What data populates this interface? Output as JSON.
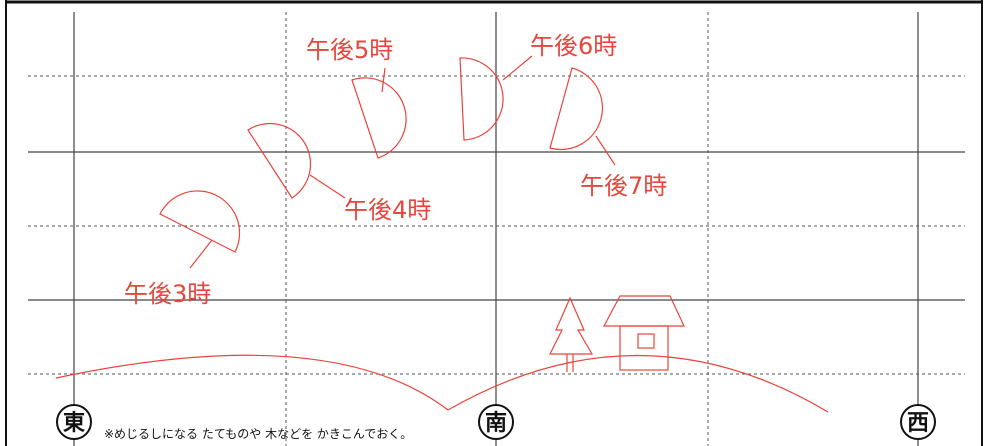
{
  "colors": {
    "accent_red": "#e8453c",
    "line_black": "#111111",
    "grid_gray": "#555555"
  },
  "directions": {
    "east": "東",
    "south": "南",
    "west": "西"
  },
  "note": "※めじるしになる たてものや 木などを かきこんでおく。",
  "moon_positions": [
    {
      "label": "午後3時"
    },
    {
      "label": "午後4時"
    },
    {
      "label": "午後5時"
    },
    {
      "label": "午後6時"
    },
    {
      "label": "午後7時"
    }
  ],
  "landmarks": [
    {
      "icon": "tree-icon"
    },
    {
      "icon": "house-icon"
    }
  ]
}
